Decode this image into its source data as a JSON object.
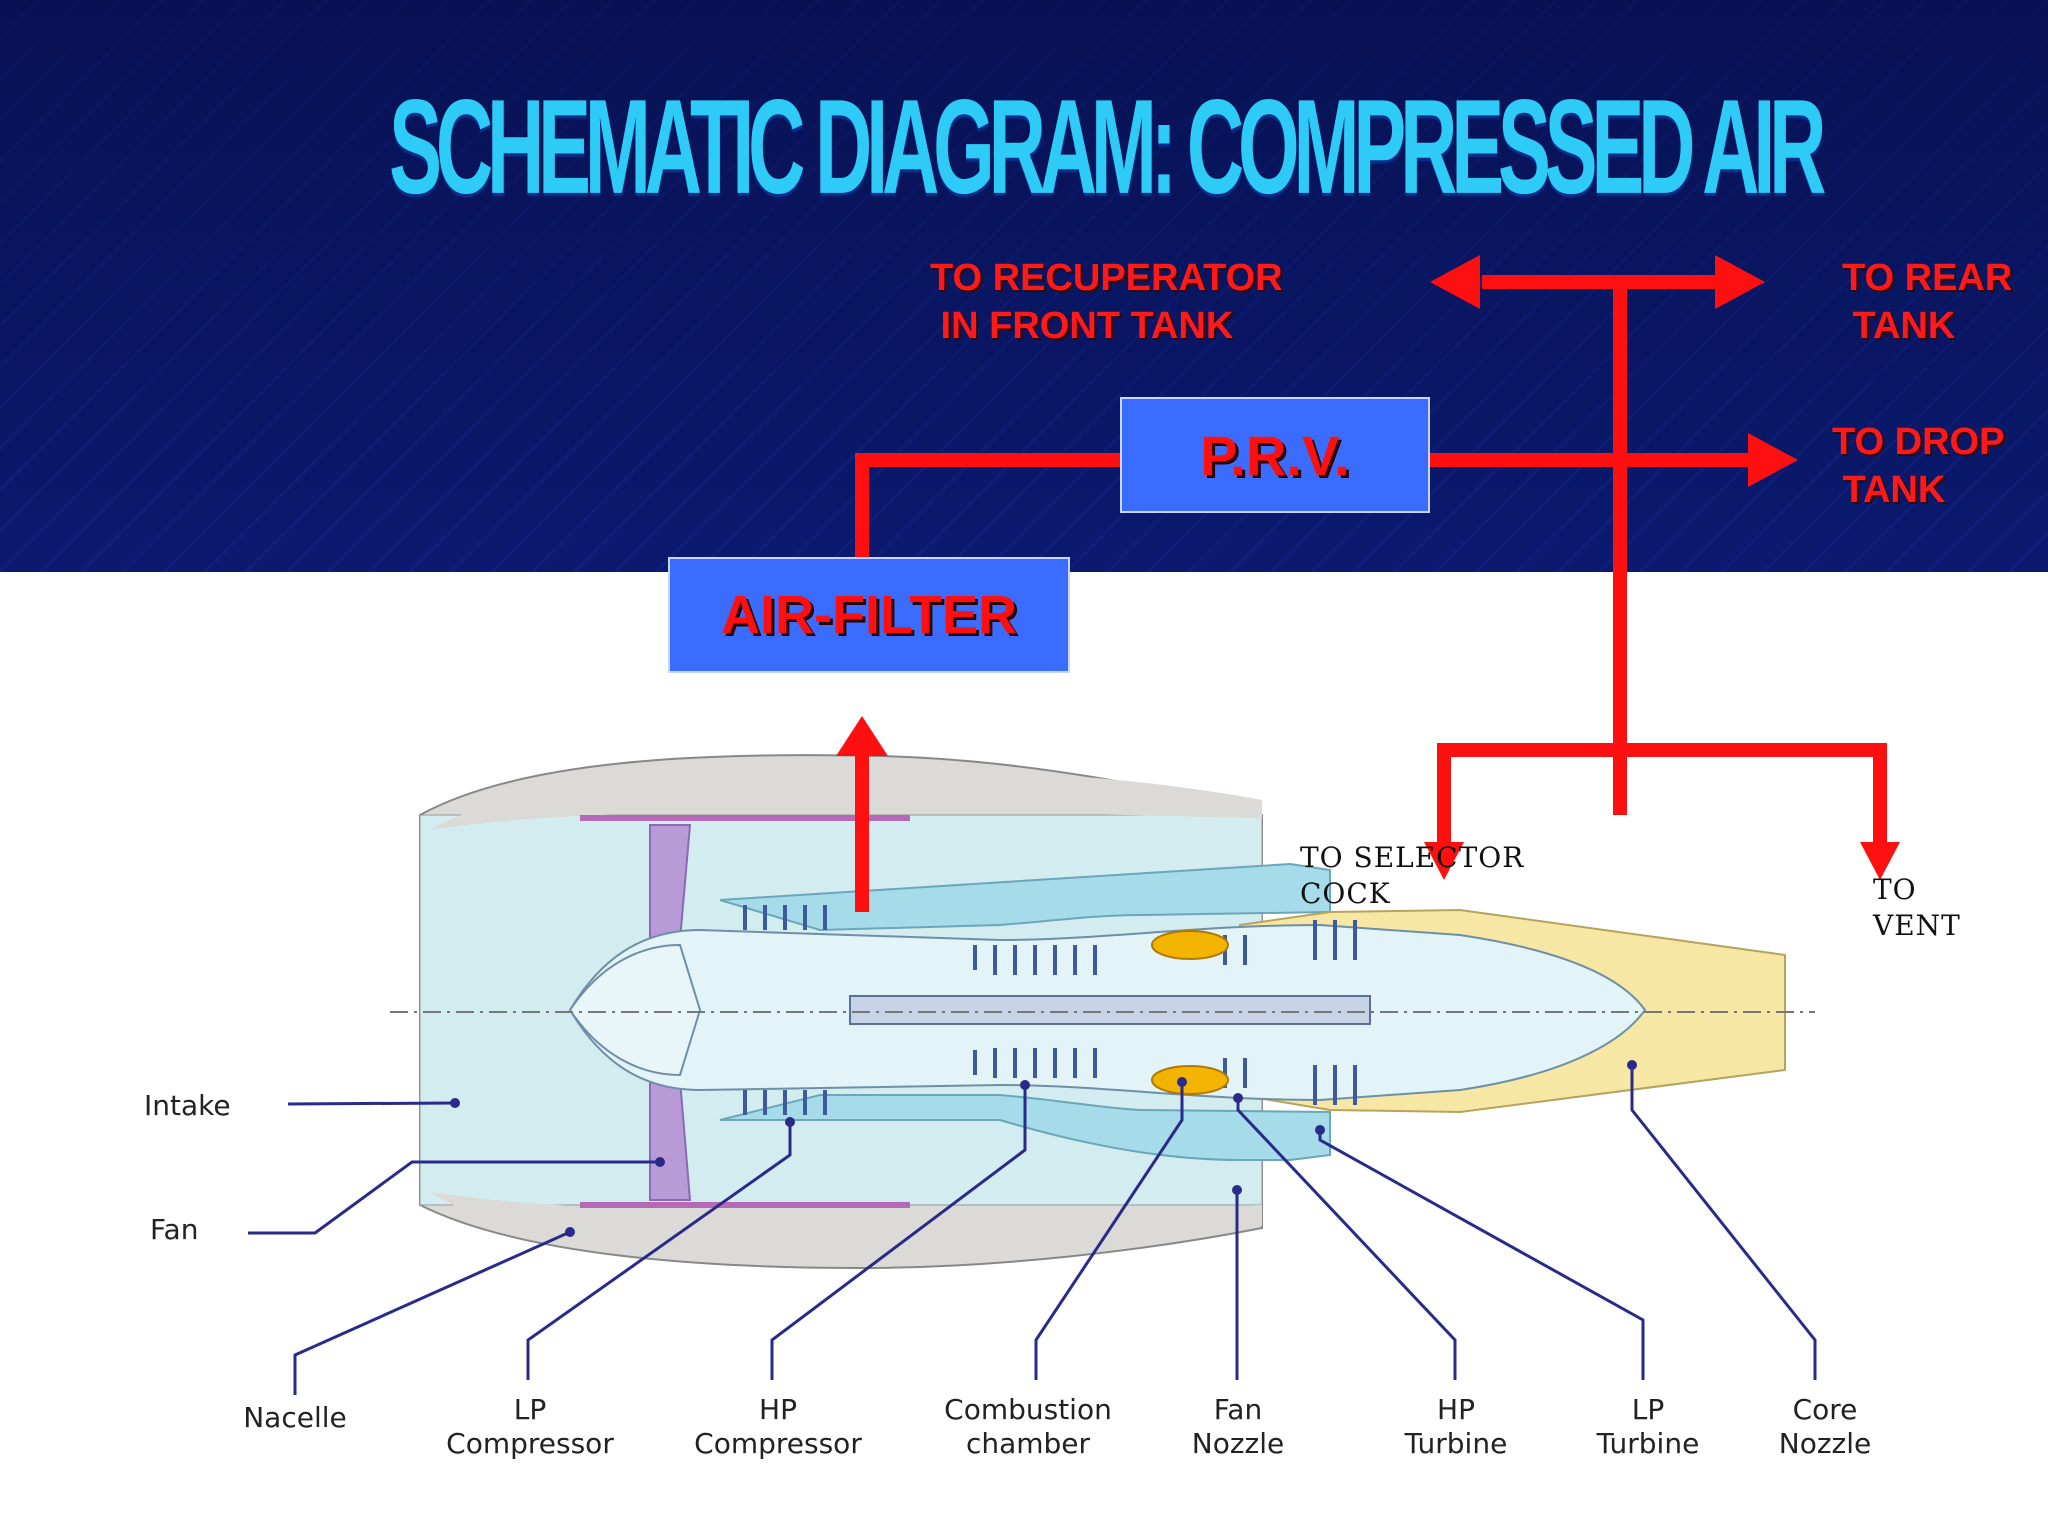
{
  "title": "SCHEMATIC DIAGRAM: COMPRESSED AIR",
  "flow_labels": {
    "recuperator": "TO RECUPERATOR\n IN FRONT TANK",
    "rear_tank": "TO REAR\n TANK",
    "drop_tank": "TO DROP\n TANK",
    "selector_cock": "TO SELECTOR\nCOCK",
    "vent": "TO\nVENT"
  },
  "boxes": {
    "prv": "P.R.V.",
    "air_filter": "AIR-FILTER"
  },
  "engine_labels": {
    "intake": "Intake",
    "fan": "Fan",
    "nacelle": "Nacelle",
    "lp_compressor": "LP\nCompressor",
    "hp_compressor": "HP\nCompressor",
    "combustion_chamber": "Combustion\nchamber",
    "fan_nozzle": "Fan\nNozzle",
    "hp_turbine": "HP\nTurbine",
    "lp_turbine": "LP\nTurbine",
    "core_nozzle": "Core\nNozzle"
  },
  "colors": {
    "pipe": "#ff1010",
    "box_fill": "#3a6dff",
    "title": "#2ecbf6",
    "background": "#0b1a6e",
    "leader_line": "#2a2a8a"
  }
}
